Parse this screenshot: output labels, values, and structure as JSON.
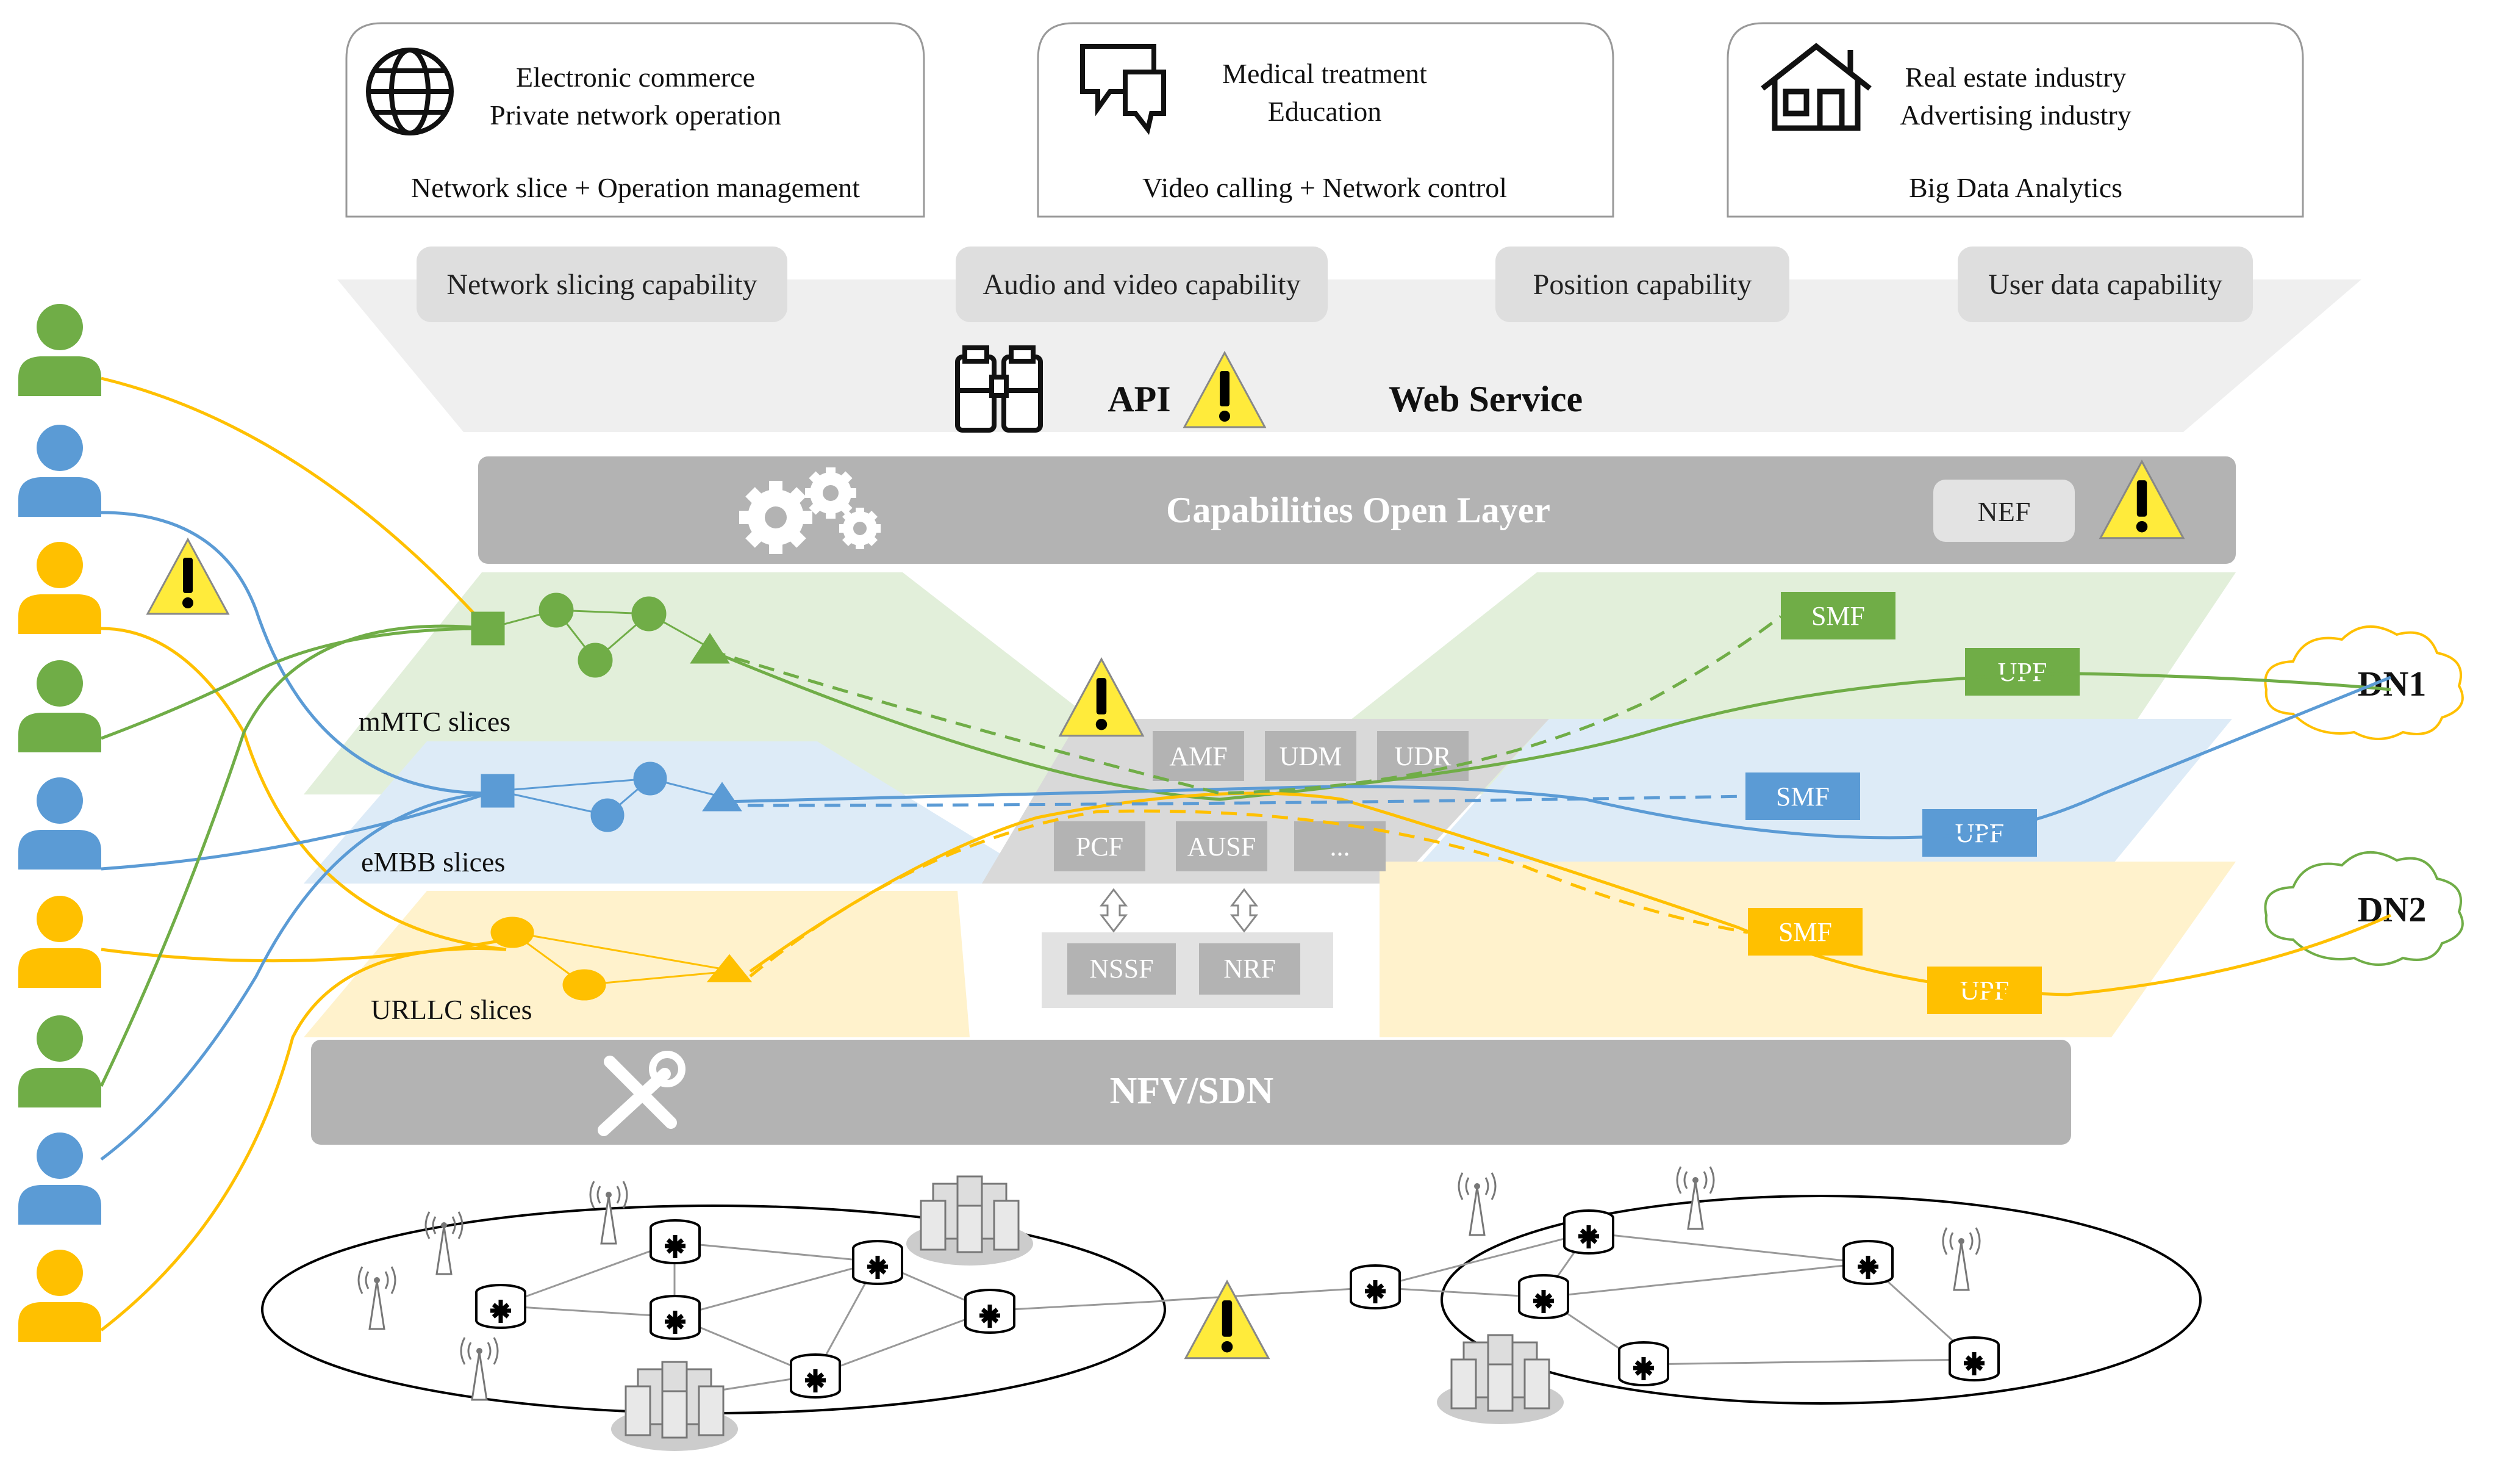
{
  "use_cases": [
    {
      "line1": "Electronic commerce",
      "line2": "Private network operation",
      "bottom": "Network slice + Operation management",
      "icon": "globe-icon"
    },
    {
      "line1": "Medical treatment",
      "line2": "Education",
      "bottom": "Video calling + Network control",
      "icon": "chat-bubbles-icon"
    },
    {
      "line1": "Real estate industry",
      "line2": "Advertising industry",
      "bottom": "Big Data Analytics",
      "icon": "house-icon"
    }
  ],
  "capabilities": [
    "Network slicing capability",
    "Audio and video capability",
    "Position capability",
    "User data capability"
  ],
  "api_label": "API",
  "web_service_label": "Web Service",
  "open_layer": {
    "title": "Capabilities Open Layer",
    "nef": "NEF"
  },
  "slices": {
    "mmtc": "mMTC slices",
    "embb": "eMBB slices",
    "urllc": "URLLC slices"
  },
  "core_nfs": {
    "row1": [
      "AMF",
      "UDM",
      "UDR"
    ],
    "row2": [
      "PCF",
      "AUSF",
      "..."
    ],
    "lower": [
      "NSSF",
      "NRF"
    ]
  },
  "edge_nfs": {
    "smf": "SMF",
    "upf": "UPF"
  },
  "data_networks": [
    "DN1",
    "DN2"
  ],
  "nfv_sdn": "NFV/SDN",
  "colors": {
    "green": "#70AD47",
    "blue": "#5B9BD5",
    "yellow": "#FFC000",
    "gray": "#BFBFBF",
    "warning": "#FFEB3B"
  }
}
